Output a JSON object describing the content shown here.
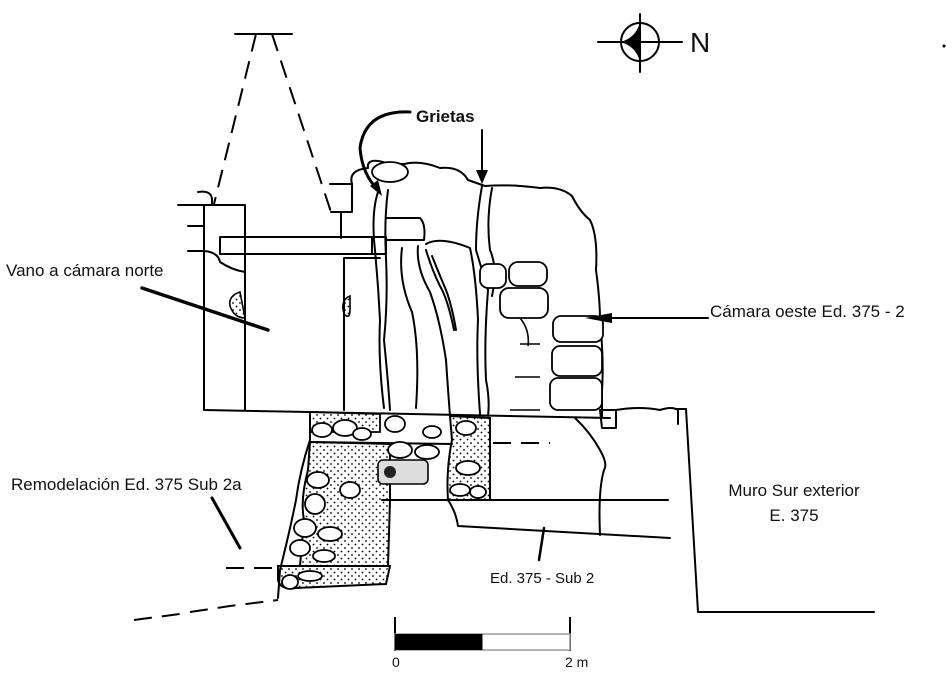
{
  "north_arrow": {
    "label": "N",
    "icon": "north-arrow-icon"
  },
  "labels": {
    "grietas": "Grietas",
    "vano": "Vano a cámara norte",
    "camara_oeste": "Cámara oeste Ed. 375 - 2",
    "remodelacion": "Remodelación Ed. 375 Sub 2a",
    "muro_sur_line1": "Muro Sur exterior",
    "muro_sur_line2": "E. 375",
    "sub2": "Ed. 375 - Sub 2"
  },
  "scale_bar": {
    "start_label": "0",
    "end_label": "2 m",
    "filled_fraction": 0.5
  },
  "colors": {
    "ink": "#000000",
    "paper": "#ffffff"
  }
}
